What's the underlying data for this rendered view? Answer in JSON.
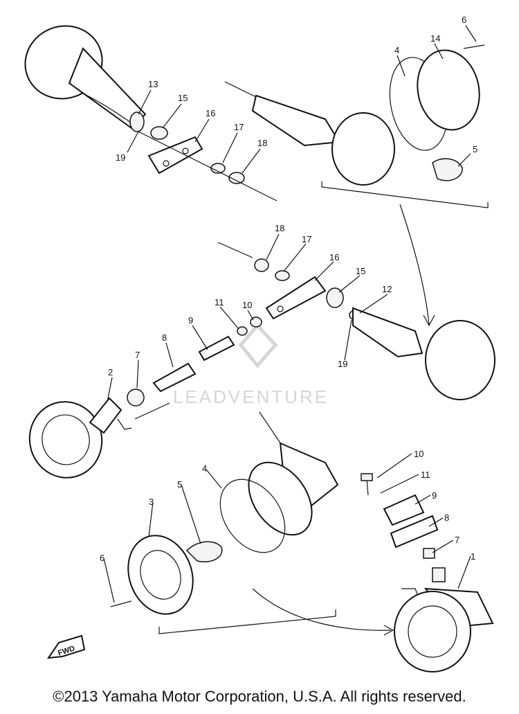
{
  "diagram": {
    "watermark": "LEADVENTURE",
    "copyright": "©2013 Yamaha Motor Corporation, U.S.A. All rights reserved.",
    "direction_marker": "FWD"
  },
  "callouts": [
    "13",
    "15",
    "16",
    "17",
    "18",
    "19",
    "6",
    "14",
    "4",
    "5",
    "18",
    "17",
    "16",
    "15",
    "12",
    "10",
    "11",
    "9",
    "8",
    "7",
    "2",
    "19",
    "10",
    "11",
    "9",
    "8",
    "7",
    "1",
    "4",
    "5",
    "3",
    "6"
  ]
}
